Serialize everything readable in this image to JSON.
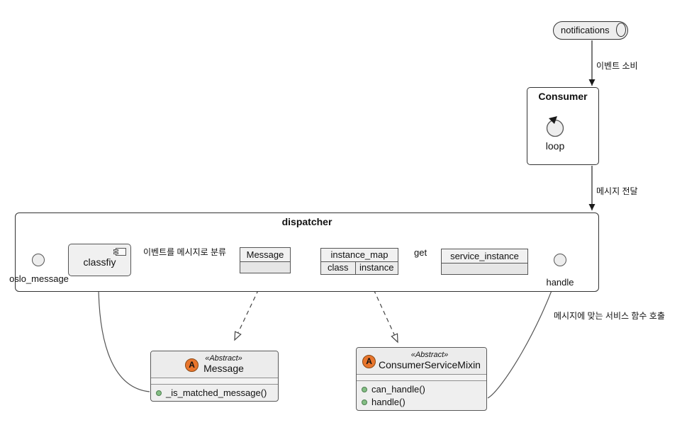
{
  "diagram": {
    "queue": {
      "label": "notifications"
    },
    "edge_labels": {
      "consume": "이벤트 소비",
      "deliver": "메시지 전달",
      "classify": "이벤트를 메시지로 분류",
      "get": "get",
      "call_service": "메시지에 맞는 서비스 함수 호출"
    },
    "consumer": {
      "title": "Consumer",
      "loop_label": "loop"
    },
    "dispatcher": {
      "title": "dispatcher",
      "oslo_label": "oslo_message",
      "classfiy_label": "classfiy",
      "message_label": "Message",
      "instance_map": {
        "title": "instance_map",
        "cells": [
          "class",
          "instance"
        ]
      },
      "service_instance_label": "service_instance",
      "handle_label": "handle"
    },
    "classes": {
      "message": {
        "spot": "A",
        "stereotype": "«Abstract»",
        "name": "Message",
        "methods": [
          "_is_matched_message()"
        ]
      },
      "mixin": {
        "spot": "A",
        "stereotype": "«Abstract»",
        "name": "ConsumerServiceMixin",
        "methods": [
          "can_handle()",
          "handle()"
        ]
      }
    },
    "colors": {
      "abstract_spot": "#E8752C",
      "visibility_public": "#84BE84",
      "node_fill": "#efefef",
      "line": "#444444"
    },
    "icons": [
      "queue-cylinder-icon",
      "loop-icon",
      "component-icon",
      "abstract-spot-icon",
      "interface-circle-icon"
    ]
  }
}
